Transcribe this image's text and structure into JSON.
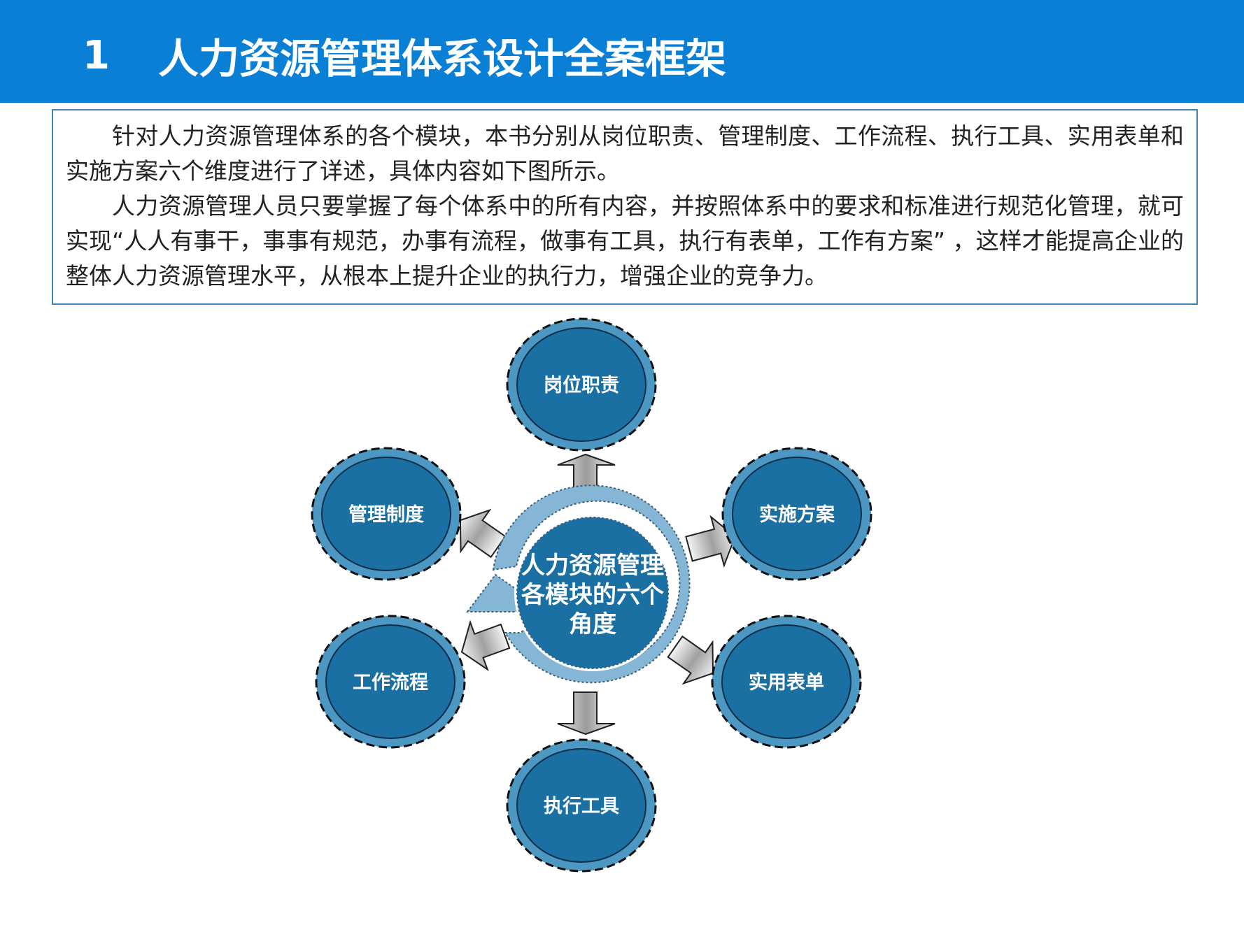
{
  "header": {
    "number": "1",
    "title": "人力资源管理体系设计全案框架"
  },
  "intro": {
    "paragraphs": [
      "针对人力资源管理体系的各个模块，本书分别从岗位职责、管理制度、工作流程、执行工具、实用表单和实施方案六个维度进行了详述，具体内容如下图所示。",
      "人力资源管理人员只要掌握了每个体系中的所有内容，并按照体系中的要求和标准进行规范化管理，就可实现“人人有事干，事事有规范，办事有流程，做事有工具，执行有表单，工作有方案” ，这样才能提高企业的整体人力资源管理水平，从根本上提升企业的执行力，增强企业的竞争力。"
    ]
  },
  "diagram": {
    "center": {
      "lines": [
        "人力资源管理",
        "各模块的六个",
        "角度"
      ]
    },
    "nodes": [
      {
        "id": "top",
        "label": "岗位职责"
      },
      {
        "id": "upper-right",
        "label": "实施方案"
      },
      {
        "id": "lower-right",
        "label": "实用表单"
      },
      {
        "id": "bottom",
        "label": "执行工具"
      },
      {
        "id": "lower-left",
        "label": "工作流程"
      },
      {
        "id": "upper-left",
        "label": "管理制度"
      }
    ],
    "colors": {
      "banner": "#0a7fd6",
      "node_fill": "#1a6fa3",
      "node_ring": "#4d97c3",
      "center_ring": "#86b6d6",
      "arrow_gray": "#b8b8b8"
    }
  }
}
